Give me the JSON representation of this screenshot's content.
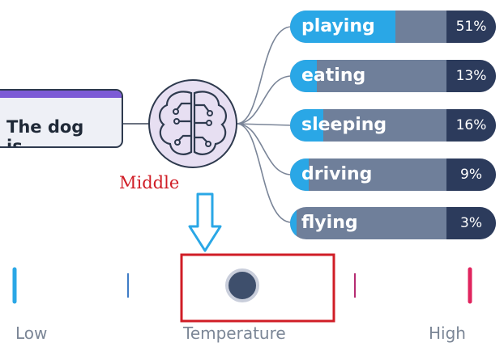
{
  "prompt": {
    "text": "The dog is..."
  },
  "tokens": [
    {
      "word": "playing",
      "pct_label": "51%",
      "prob": 0.51
    },
    {
      "word": "eating",
      "pct_label": "13%",
      "prob": 0.13
    },
    {
      "word": "sleeping",
      "pct_label": "16%",
      "prob": 0.16
    },
    {
      "word": "driving",
      "pct_label": "9%",
      "prob": 0.09
    },
    {
      "word": "flying",
      "pct_label": "3%",
      "prob": 0.03
    }
  ],
  "annotation": {
    "label": "Middle"
  },
  "slider": {
    "low_label": "Low",
    "mid_label": "Temperature",
    "high_label": "High",
    "value": 0.5
  },
  "colors": {
    "bar_fill": "#2aa7e6",
    "bar_track": "#6f7f9a",
    "pct_box": "#2c3b5c",
    "slider_start": "#2aa7e6",
    "slider_end": "#e0245e",
    "annotation_red": "#d01d26",
    "arrow_blue": "#2aa7e6"
  }
}
